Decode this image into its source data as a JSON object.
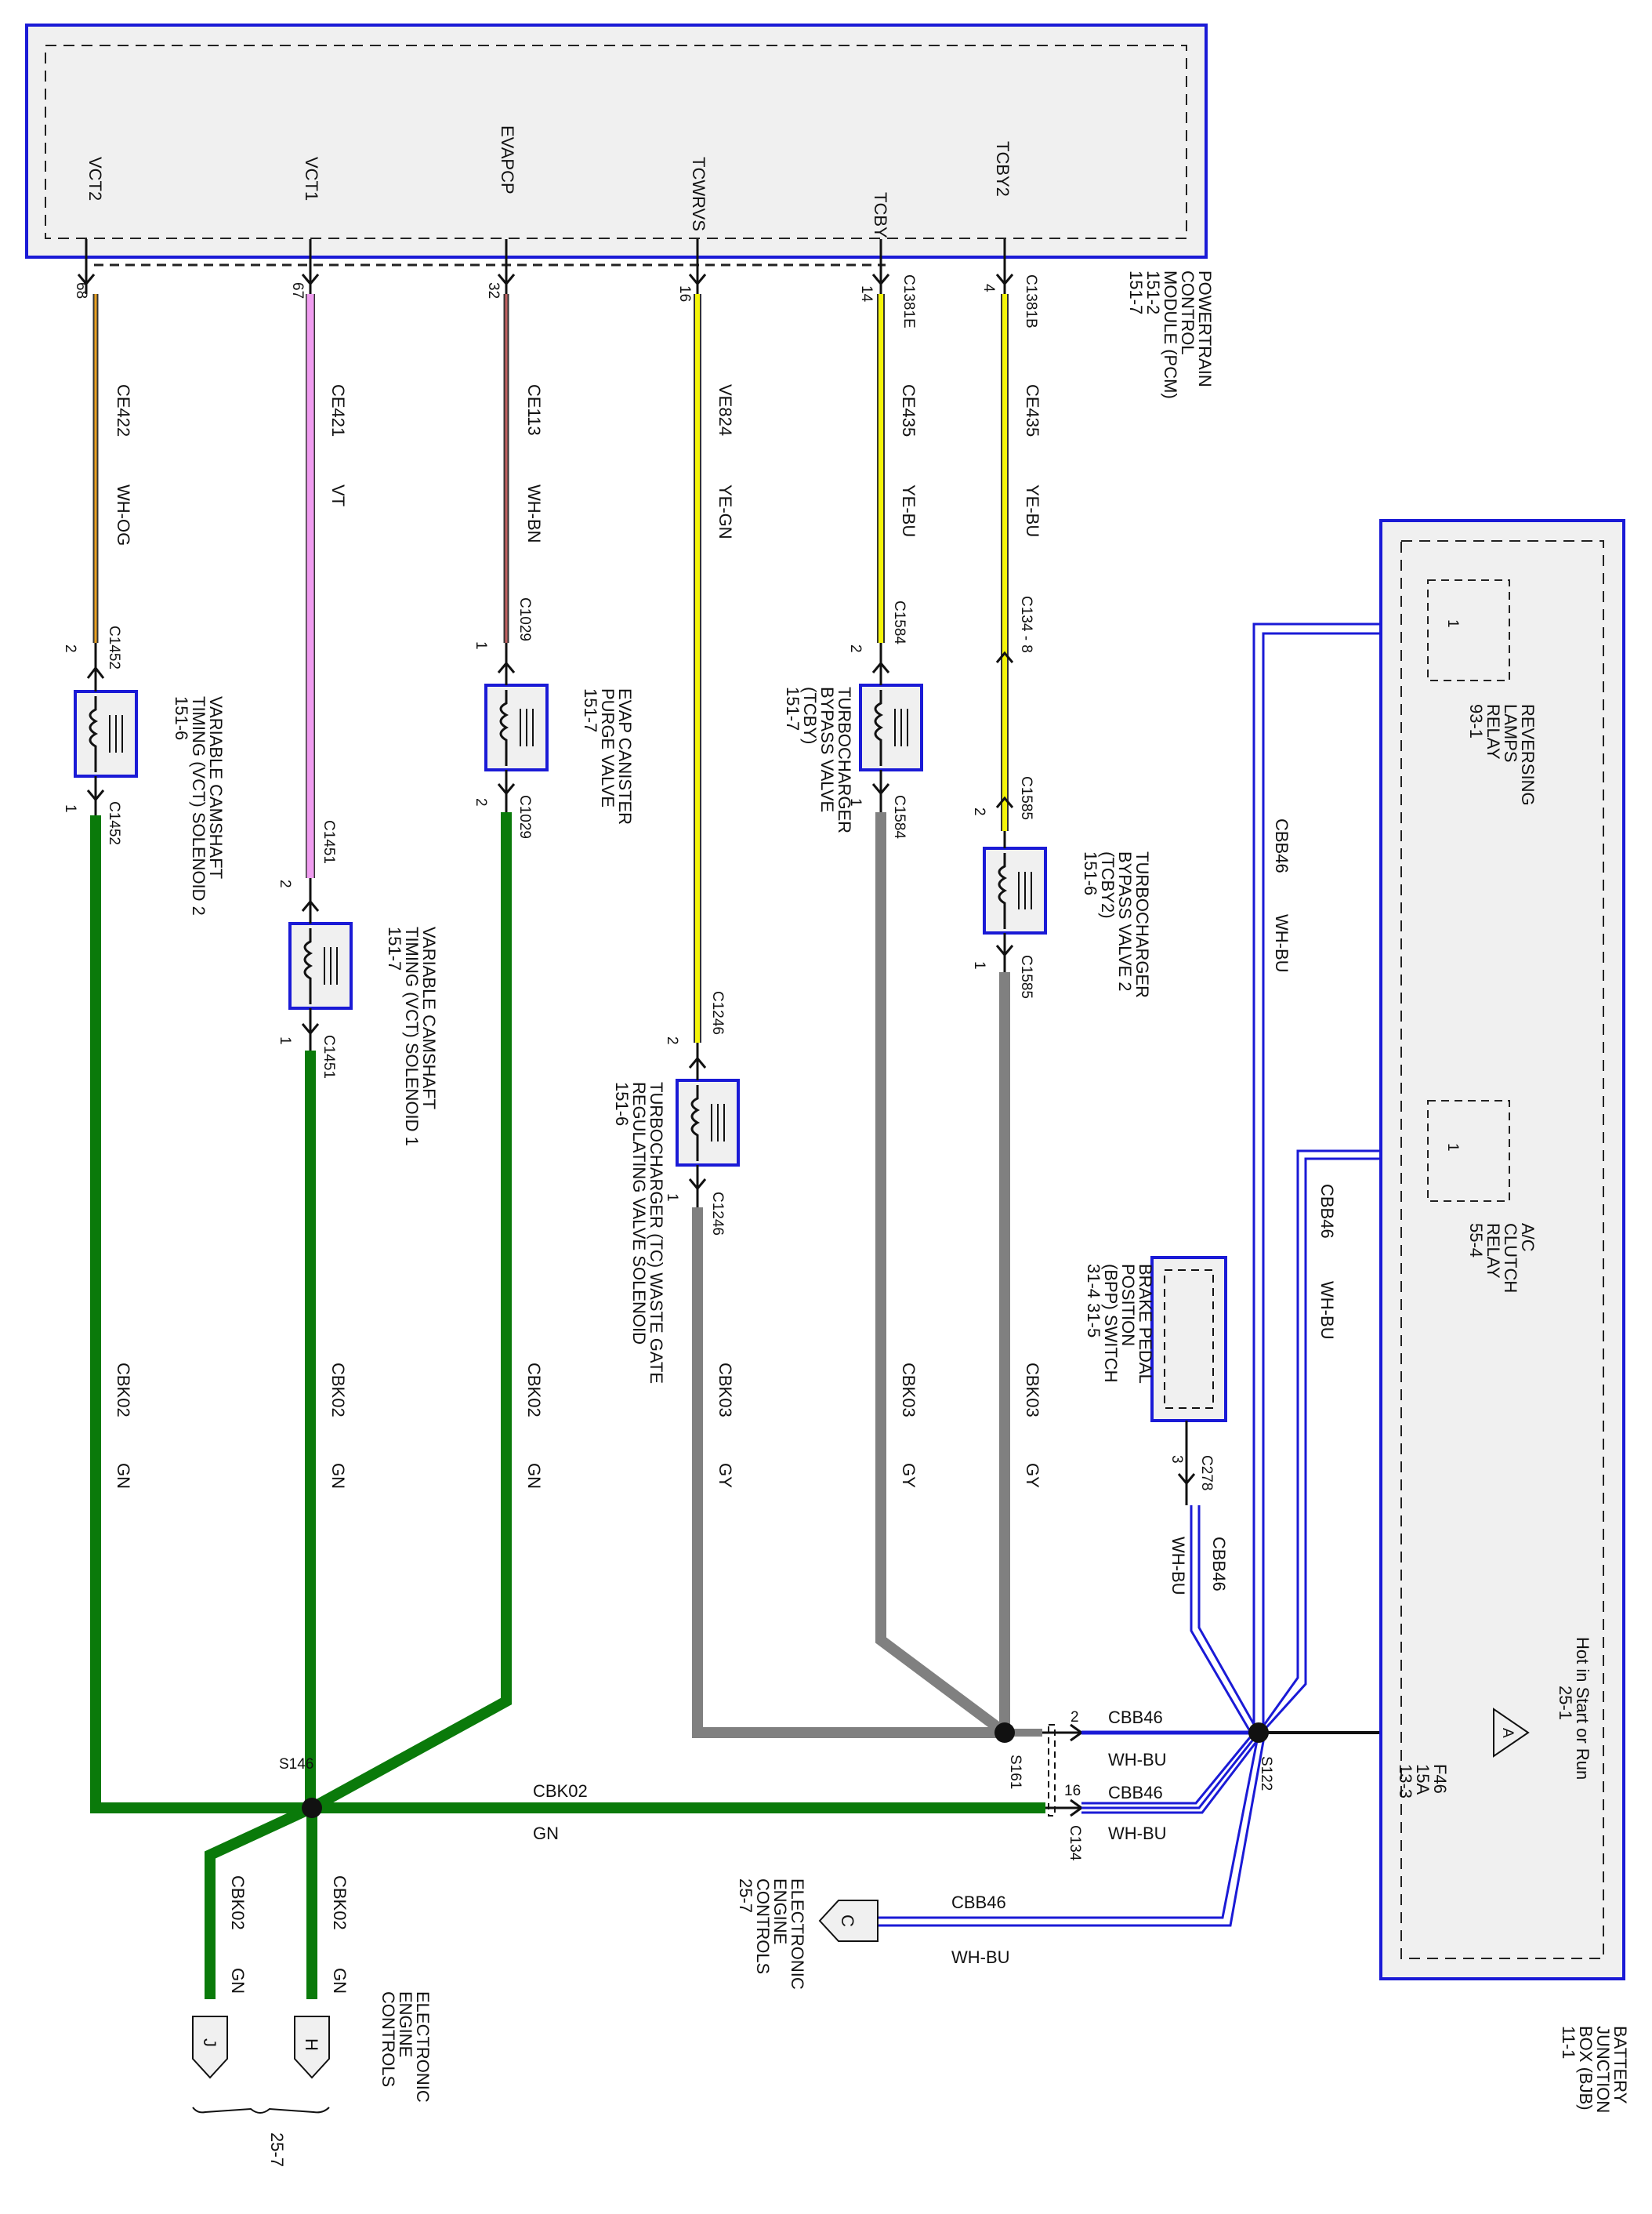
{
  "pcm": {
    "pins": [
      {
        "name": "VCT2",
        "num": "68"
      },
      {
        "name": "VCT1",
        "num": "67"
      },
      {
        "name": "EVAPCP",
        "num": "32"
      },
      {
        "name": "TCWRVS",
        "num": "16"
      },
      {
        "name": "TCBY",
        "num": "14"
      },
      {
        "name": "TCBY2",
        "num": "4"
      }
    ],
    "connector_a": "C1381E",
    "connector_b": "C1381B",
    "label": [
      "POWERTRAIN",
      "CONTROL",
      "MODULE (PCM)",
      "151-2",
      "151-7"
    ]
  },
  "wires": {
    "vct2": {
      "circuit": "CE422",
      "color": "WH-OG"
    },
    "vct1": {
      "circuit": "CE421",
      "color": "VT"
    },
    "evap": {
      "circuit": "CE113",
      "color": "WH-BN"
    },
    "tcwrvs": {
      "circuit": "VE824",
      "color": "YE-GN"
    },
    "tcby": {
      "circuit": "CE435",
      "color": "YE-BU"
    },
    "tcby2": {
      "circuit": "CE435",
      "color": "YE-BU"
    },
    "gnd_gn": {
      "circuit": "CBK02",
      "color": "GN"
    },
    "gnd_gy": {
      "circuit": "CBK03",
      "color": "GY"
    },
    "pwr": {
      "circuit": "CBB46",
      "color": "WH-BU"
    }
  },
  "connectors": {
    "c1452": "C1452",
    "c1451": "C1451",
    "c1029": "C1029",
    "c1246": "C1246",
    "c1584": "C1584",
    "c134_8": "C134 - 8",
    "c1585": "C1585",
    "c134": "C134",
    "c278": "C278",
    "s146": "S146",
    "s161": "S161",
    "s122": "S122"
  },
  "pin_numbers": {
    "p1": "1",
    "p2": "2",
    "p3": "3",
    "p16": "16"
  },
  "components": {
    "vct2_sol": [
      "VARIABLE CAMSHAFT",
      "TIMING (VCT) SOLENOID 2",
      "151-6"
    ],
    "vct1_sol": [
      "VARIABLE CAMSHAFT",
      "TIMING (VCT) SOLENOID 1",
      "151-7"
    ],
    "evap_valve": [
      "EVAP CANISTER",
      "PURGE VALVE",
      "151-7"
    ],
    "tc_wastegate": [
      "TURBOCHARGER (TC) WASTE GATE",
      "REGULATING VALVE SOLENOID",
      "151-6"
    ],
    "tcby_valve": [
      "TURBOCHARGER",
      "BYPASS VALVE",
      "(TCBY)",
      "151-7"
    ],
    "tcby2_valve": [
      "TURBOCHARGER",
      "BYPASS VALVE 2",
      "(TCBY2)",
      "151-6"
    ],
    "bpp": [
      "BRAKE PEDAL",
      "POSITION",
      "(BPP) SWITCH",
      "31-4    31-5"
    ],
    "reversing": [
      "REVERSING",
      "LAMPS",
      "RELAY",
      "93-1"
    ],
    "ac_clutch": [
      "A/C",
      "CLUTCH",
      "RELAY",
      "55-4"
    ],
    "bjb": [
      "BATTERY",
      "JUNCTION",
      "BOX (BJB)",
      "11-1"
    ],
    "hot": [
      "Hot in Start or Run",
      "25-1"
    ],
    "fuse": [
      "F46",
      "15A",
      "13-3"
    ],
    "eec_c": [
      "ELECTRONIC",
      "ENGINE",
      "CONTROLS",
      "25-7"
    ],
    "eec_hj": [
      "ELECTRONIC",
      "ENGINE",
      "CONTROLS"
    ],
    "bracket_ref": "25-7"
  },
  "tags": {
    "a": "A",
    "c": "C",
    "h": "H",
    "j": "J"
  },
  "colors": {
    "frame": "#1a1ad6",
    "box_fill": "#f0f0f0",
    "green": "#0a7a0a",
    "gray": "#808080",
    "violet": "#f09cf0",
    "yellow": "#f4f40a",
    "orange": "#e8a020",
    "red_brown": "#a04040",
    "blue": "#1a1ad6"
  }
}
